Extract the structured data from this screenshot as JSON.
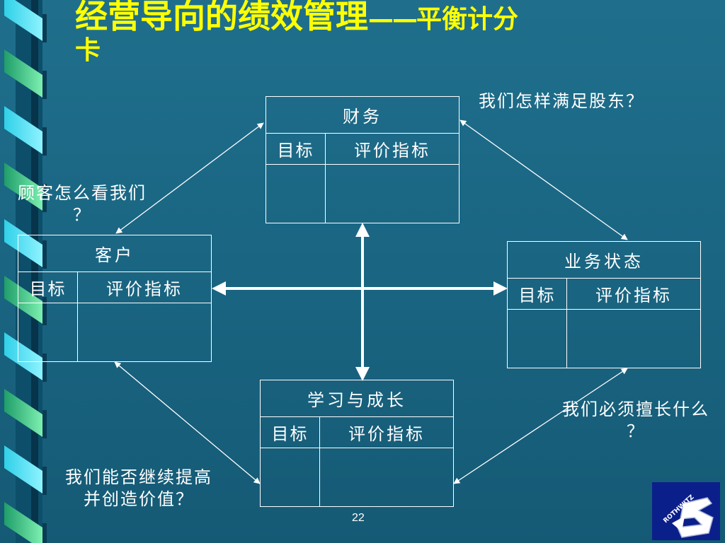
{
  "slide": {
    "title_main": "经营导向的绩效管理",
    "title_dash": "——",
    "title_sub_line1": "平衡计分",
    "title_sub_line2": "卡",
    "page_number": "22",
    "colors": {
      "background": "#1a6683",
      "title": "#ffff00",
      "text": "#ffffff",
      "logo_bg": "#0b1f8a"
    }
  },
  "boxes": {
    "finance": {
      "header": "财务",
      "col1": "目标",
      "col2": "评价指标"
    },
    "customer": {
      "header": "客户",
      "col1": "目标",
      "col2": "评价指标"
    },
    "business": {
      "header": "业务状态",
      "col1": "目标",
      "col2": "评价指标"
    },
    "learning": {
      "header": "学习与成长",
      "col1": "目标",
      "col2": "评价指标"
    }
  },
  "questions": {
    "shareholders": "我们怎样满足股东？",
    "customers_line1": "顾客怎么看我们",
    "customers_line2": "？",
    "excel_line1": "我们必须擅长什么",
    "excel_line2": "？",
    "value_line1": "我们能否继续提高",
    "value_line2": "并创造价值？"
  },
  "logo": {
    "text": "ROTHWITZ",
    "icon": "number-3-logo-icon"
  }
}
